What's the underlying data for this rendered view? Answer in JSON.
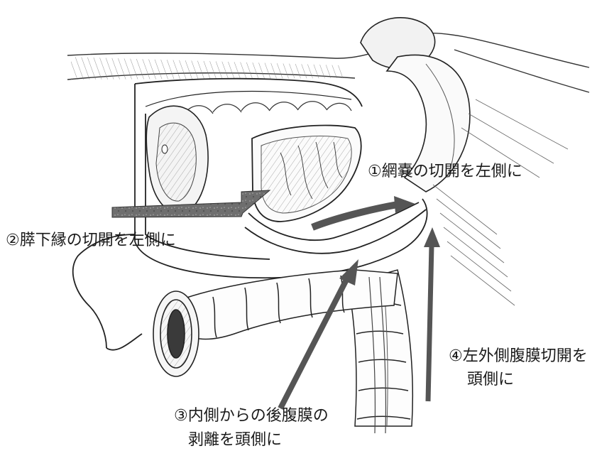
{
  "labels": {
    "step1": "①網嚢の切開を左側に",
    "step2": "②膵下縁の切開を左側に",
    "step3_line1": "③内側からの後腹膜の",
    "step3_line2": "剥離を頭側に",
    "step4_line1": "④左外側腹膜切開を",
    "step4_line2": "頭側に"
  }
}
